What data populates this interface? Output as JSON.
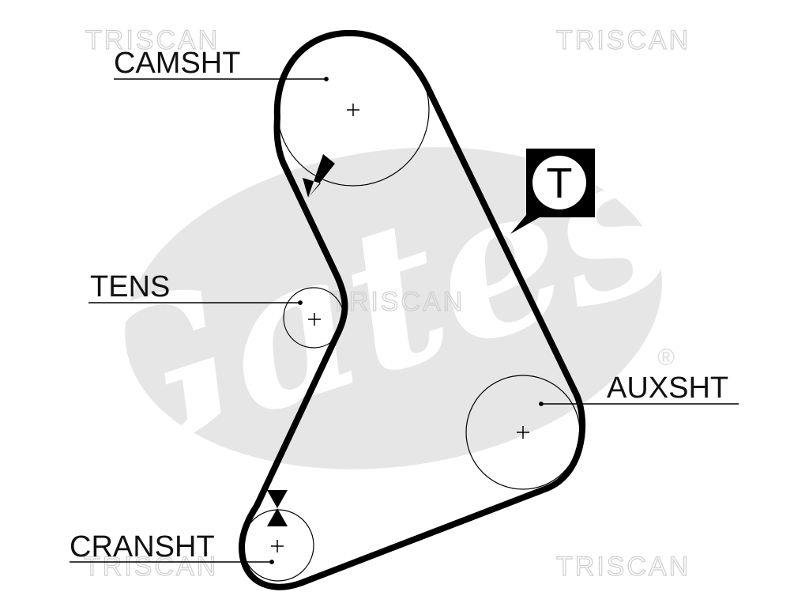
{
  "diagram": {
    "labels": {
      "camshaft": "CAMSHT",
      "tensioner": "TENS",
      "auxiliary": "AUXSHT",
      "crankshaft": "CRANSHT"
    },
    "badge": {
      "letter": "T"
    },
    "watermarks": {
      "top_left": "TRISCAN",
      "top_right": "TRISCAN",
      "center": "TRISCAN",
      "bottom_left": "TRISCAN",
      "bottom_right": "TRISCAN"
    },
    "logo": {
      "text": "Gates",
      "mark": "®"
    },
    "colors": {
      "ink": "#000000",
      "logo_gray": "#e6e6e6",
      "watermark": "#cfcfcf"
    }
  }
}
